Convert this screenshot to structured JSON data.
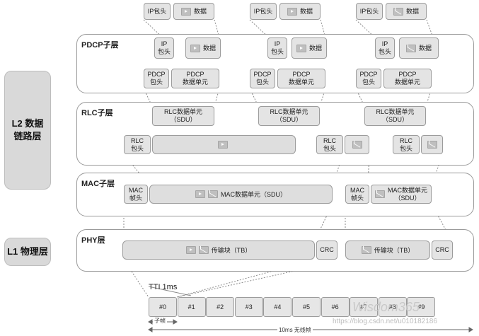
{
  "left_labels": {
    "l2": "L2 数据\n链路层",
    "l1": "L1 物理层"
  },
  "layers": {
    "pdcp": "PDCP子层",
    "rlc": "RLC子层",
    "mac": "MAC子层",
    "phy": "PHY层"
  },
  "top_packets": [
    {
      "header": "IP包头",
      "data": "数据",
      "icon": "play-icon"
    },
    {
      "header": "IP包头",
      "data": "数据",
      "icon": "play-icon"
    },
    {
      "header": "IP包头",
      "data": "数据",
      "icon": "mail-icon"
    }
  ],
  "pdcp_ip": [
    {
      "header": "IP\n包头",
      "data": "数据",
      "icon": "play-icon"
    },
    {
      "header": "IP\n包头",
      "data": "数据",
      "icon": "play-icon"
    },
    {
      "header": "IP\n包头",
      "data": "数据",
      "icon": "mail-icon"
    }
  ],
  "pdcp_pdu": [
    {
      "header": "PDCP\n包头",
      "unit": "PDCP\n数据单元"
    },
    {
      "header": "PDCP\n包头",
      "unit": "PDCP\n数据单元"
    },
    {
      "header": "PDCP\n包头",
      "unit": "PDCP\n数据单元"
    }
  ],
  "rlc_sdu": [
    "RLC数据单元\n（SDU）",
    "RLC数据单元\n（SDU）",
    "RLC数据单元\n（SDU）"
  ],
  "rlc_pdu": [
    {
      "header": "RLC\n包头"
    },
    {
      "header": "RLC\n包头"
    },
    {
      "header": "RLC\n包头"
    }
  ],
  "mac": [
    {
      "header": "MAC\n帧头",
      "sdu": "MAC数据单元（SDU）"
    },
    {
      "header": "MAC\n帧头",
      "sdu": "MAC数据单元\n（SDU）"
    }
  ],
  "phy": [
    {
      "tb": "传输块（TB）",
      "crc": "CRC"
    },
    {
      "tb": "传输块（TB）",
      "crc": "CRC"
    }
  ],
  "tti_label": "TTI 1ms",
  "frames": [
    "#0",
    "#1",
    "#2",
    "#3",
    "#4",
    "#5",
    "#6",
    "#7",
    "#8",
    "#9"
  ],
  "subframe_label": "子帧",
  "frame_label": "10ms 无线帧",
  "watermark": {
    "logo_text": "Wisdom365",
    "url": "https://blog.csdn.net/u010182186"
  }
}
